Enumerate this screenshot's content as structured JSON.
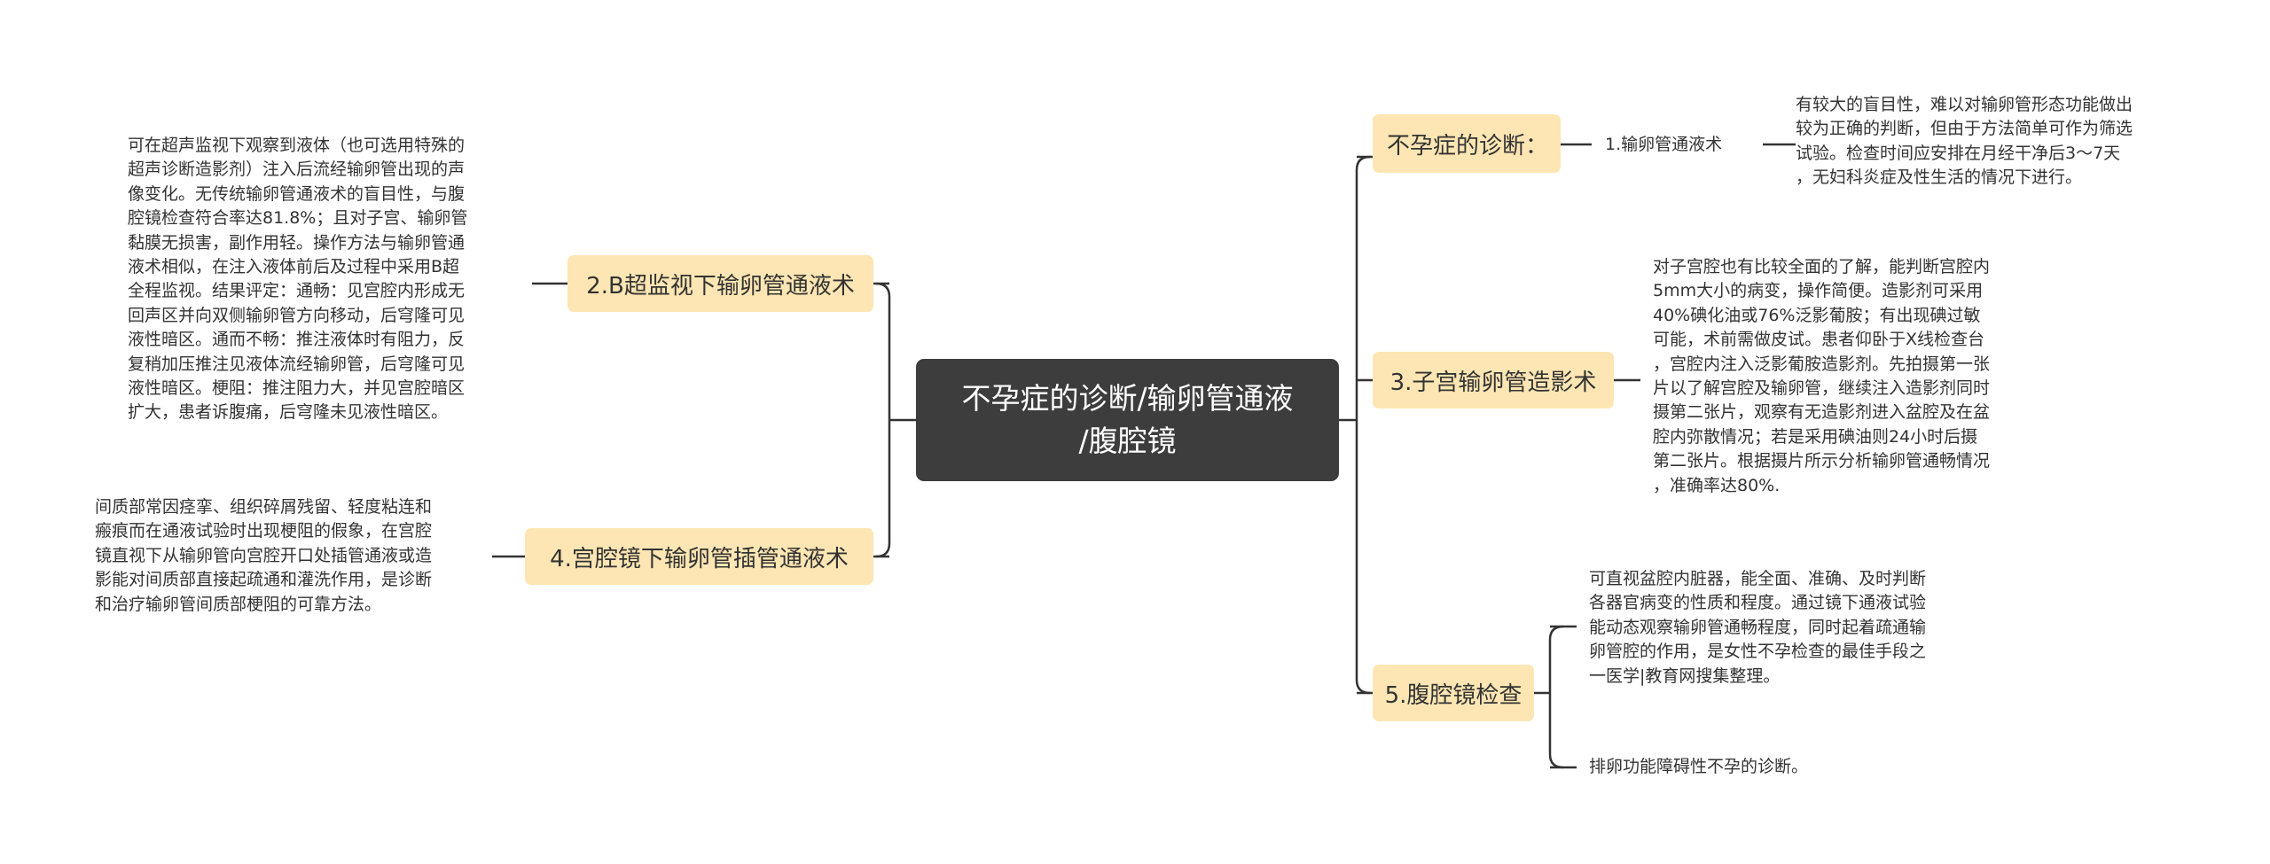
{
  "center": {
    "title_line1": "不孕症的诊断/输卵管通液",
    "title_line2": "/腹腔镜"
  },
  "branches": {
    "b1": {
      "label": "不孕症的诊断："
    },
    "b2": {
      "label": "2.B超监视下输卵管通液术"
    },
    "b3": {
      "label": "3.子宫输卵管造影术"
    },
    "b4": {
      "label": "4.宫腔镜下输卵管插管通液术"
    },
    "b5": {
      "label": "5.腹腔镜检查"
    }
  },
  "subs": {
    "s1": "1.输卵管通液术"
  },
  "leaves": {
    "l1": [
      "有较大的盲目性，难以对输卵管形态功能做出",
      "较为正确的判断，但由于方法简单可作为筛选",
      "试验。检查时间应安排在月经干净后3～7天",
      "，无妇科炎症及性生活的情况下进行。"
    ],
    "l2": [
      "可在超声监视下观察到液体（也可选用特殊的",
      "超声诊断造影剂）注入后流经输卵管出现的声",
      "像变化。无传统输卵管通液术的盲目性，与腹",
      "腔镜检查符合率达81.8%；且对子宫、输卵管",
      "黏膜无损害，副作用轻。操作方法与输卵管通",
      "液术相似，在注入液体前后及过程中采用B超",
      "全程监视。结果评定：通畅：见宫腔内形成无",
      "回声区并向双侧输卵管方向移动，后穹隆可见",
      "液性暗区。通而不畅：推注液体时有阻力，反",
      "复稍加压推注见液体流经输卵管，后穹隆可见",
      "液性暗区。梗阻：推注阻力大，并见宫腔暗区",
      "扩大，患者诉腹痛，后穹隆未见液性暗区。"
    ],
    "l3": [
      "对子宫腔也有比较全面的了解，能判断宫腔内",
      "5mm大小的病变，操作简便。造影剂可采用",
      "40%碘化油或76%泛影葡胺；有出现碘过敏",
      "可能，术前需做皮试。患者仰卧于X线检查台",
      "，宫腔内注入泛影葡胺造影剂。先拍摄第一张",
      "片以了解宫腔及输卵管，继续注入造影剂同时",
      "摄第二张片，观察有无造影剂进入盆腔及在盆",
      "腔内弥散情况；若是采用碘油则24小时后摄",
      "第二张片。根据摄片所示分析输卵管通畅情况",
      "，准确率达80%."
    ],
    "l4": [
      "间质部常因痉挛、组织碎屑残留、轻度粘连和",
      "瘢痕而在通液试验时出现梗阻的假象，在宫腔",
      "镜直视下从输卵管向宫腔开口处插管通液或造",
      "影能对间质部直接起疏通和灌洗作用，是诊断",
      "和治疗输卵管间质部梗阻的可靠方法。"
    ],
    "l5": [
      "可直视盆腔内脏器，能全面、准确、及时判断",
      "各器官病变的性质和程度。通过镜下通液试验",
      "能动态观察输卵管通畅程度，同时起着疏通输",
      "卵管腔的作用，是女性不孕检查的最佳手段之",
      "一医学|教育网搜集整理。"
    ],
    "l6": [
      "排卵功能障碍性不孕的诊断。"
    ]
  }
}
